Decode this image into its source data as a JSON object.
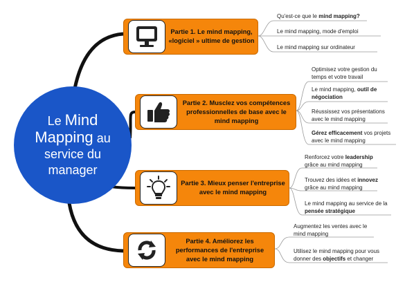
{
  "center": {
    "line1a": "Le",
    "line1b": "Mind",
    "line2a": "Mapping",
    "line2b": "au",
    "line3": "service du",
    "line4": "manager"
  },
  "parts": [
    {
      "title": "Partie 1.  Le mind mapping, «logiciel » ultime de gestion",
      "icon": "computer-icon",
      "leaves": [
        {
          "pre": "Qu'est-ce que le ",
          "bold": "mind mapping?",
          "post": ""
        },
        {
          "pre": "Le mind mapping, mode d'emploi",
          "bold": "",
          "post": ""
        },
        {
          "pre": "Le mind mapping sur ordinateur",
          "bold": "",
          "post": ""
        }
      ]
    },
    {
      "title": "Partie 2.  Musclez vos compétences professionnelles de base avec le mind mapping",
      "icon": "thumbs-up-icon",
      "leaves": [
        {
          "pre": "Optimisez votre gestion du temps et votre travail",
          "bold": "",
          "post": ""
        },
        {
          "pre": "Le mind mapping, ",
          "bold": "outil de négociation",
          "post": ""
        },
        {
          "pre": "Réussissez vos présentations avec le mind mapping",
          "bold": "",
          "post": ""
        },
        {
          "pre": "",
          "bold": "Gérez efficacement",
          "post": " vos projets avec le mind mapping"
        }
      ]
    },
    {
      "title": "Partie 3.  Mieux penser l'entreprise avec le mind mapping",
      "icon": "light-bulb-icon",
      "leaves": [
        {
          "pre": "Renforcez votre ",
          "bold": "leadership",
          "post": " grâce au mind mapping"
        },
        {
          "pre": "Trouvez des idées et ",
          "bold": "innovez",
          "post": " grâce au mind mapping"
        },
        {
          "pre": "Le mind mapping au service de la ",
          "bold": "pensée stratégique",
          "post": ""
        }
      ]
    },
    {
      "title": "Partie 4.  Améliorez les performances de l'entreprise avec le mind mapping",
      "icon": "refresh-arrows-icon",
      "leaves": [
        {
          "pre": "Augmentez les ventes avec le mind mapping",
          "bold": "",
          "post": ""
        },
        {
          "pre": "Utilisez le mind mapping pour vous donner des ",
          "bold": "objectifs",
          "post": " et changer"
        }
      ]
    }
  ],
  "colors": {
    "center": "#1a56c8",
    "part": "#f5860b",
    "branch": "#111111"
  }
}
